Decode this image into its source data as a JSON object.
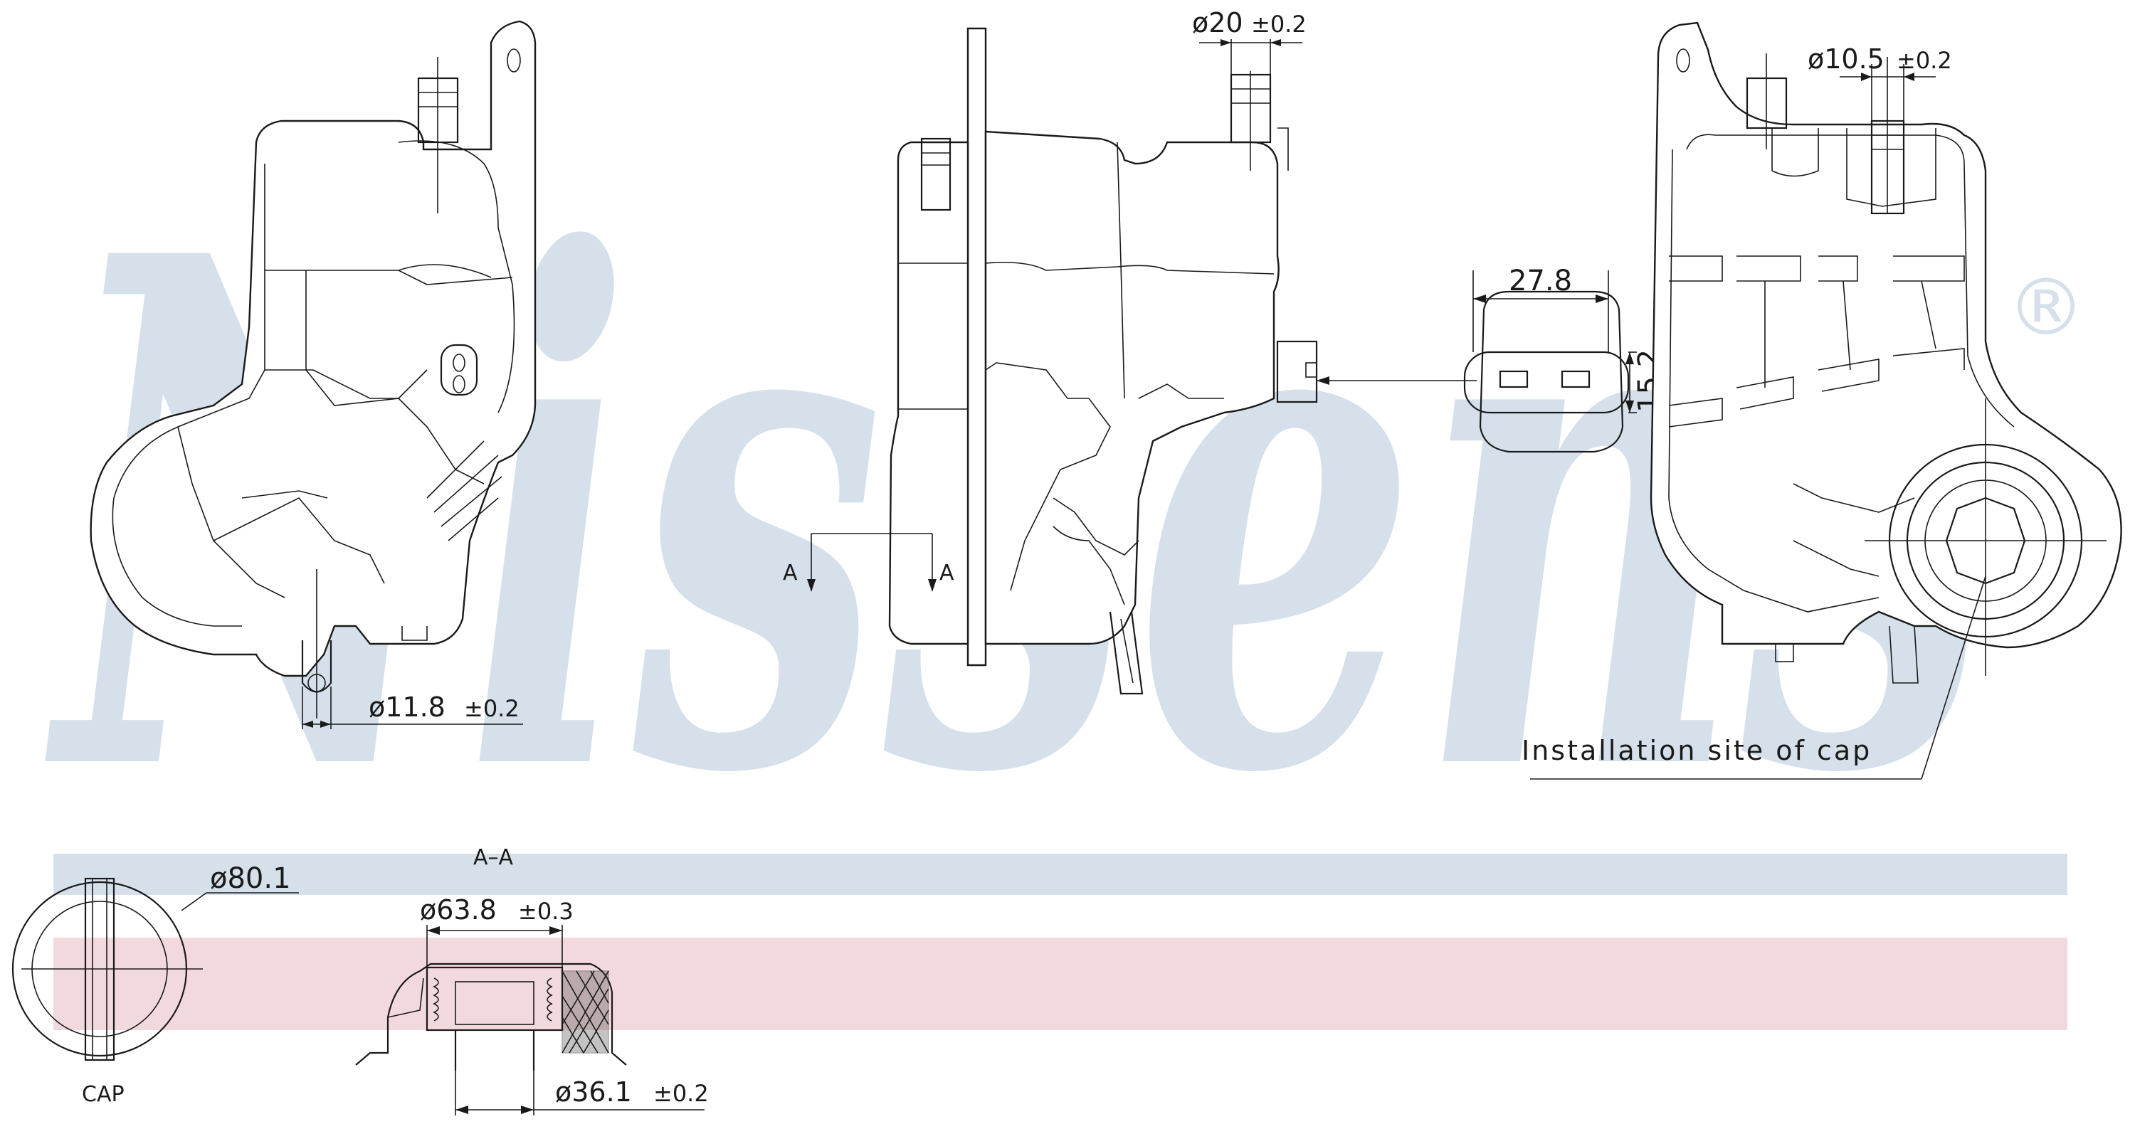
{
  "brand": {
    "watermark": "Nissens",
    "registered_mark": "®",
    "watermark_color": "#d5e0ea",
    "band_blue": "#d5e0ea",
    "band_pink": "#f2d9de"
  },
  "dimensions": {
    "outlet_left": "ø11.8",
    "outlet_left_tol": "±0.2",
    "top_pipe": "ø20",
    "top_pipe_tol": "±0.2",
    "right_pipe": "ø10.5",
    "right_pipe_tol": "±0.2",
    "connector_width": "27.8",
    "connector_height": "15.2",
    "cap_outer": "ø80.1",
    "section_inner": "ø63.8",
    "section_inner_tol": "±0.3",
    "section_bottom": "ø36.1",
    "section_bottom_tol": "±0.2"
  },
  "labels": {
    "installation": "Installation site of cap",
    "section_marker": "A",
    "section_title": "A–A",
    "cap": "CAP"
  }
}
